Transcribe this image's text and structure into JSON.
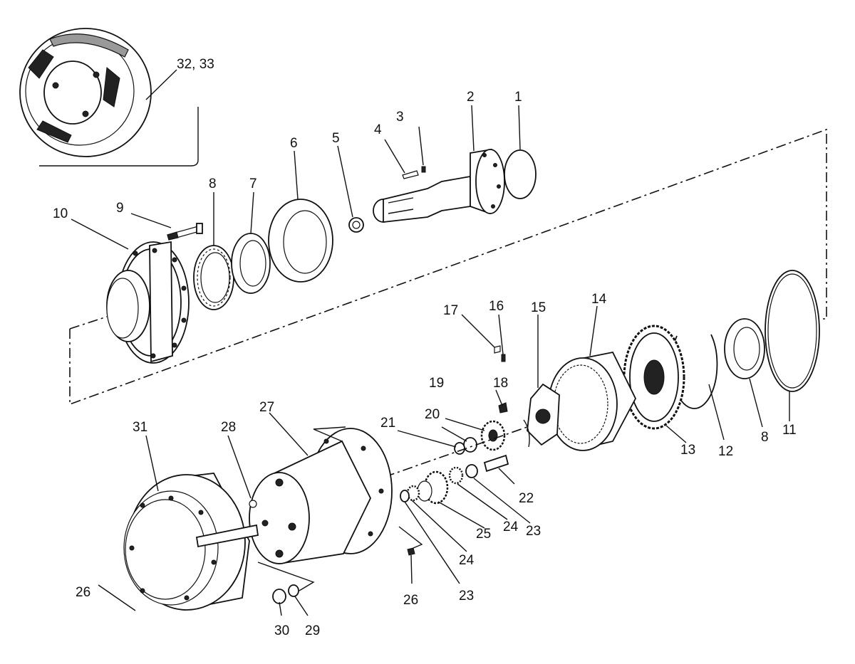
{
  "labels": {
    "l1": "1",
    "l2": "2",
    "l3": "3",
    "l4": "4",
    "l5": "5",
    "l6": "6",
    "l7": "7",
    "l8a": "8",
    "l8b": "8",
    "l9": "9",
    "l10": "10",
    "l11": "11",
    "l12": "12",
    "l13": "13",
    "l14": "14",
    "l15": "15",
    "l16": "16",
    "l17": "17",
    "l18": "18",
    "l19": "19",
    "l20": "20",
    "l21": "21",
    "l22": "22",
    "l23a": "23",
    "l23b": "23",
    "l24a": "24",
    "l24b": "24",
    "l25": "25",
    "l26a": "26",
    "l26b": "26",
    "l27": "27",
    "l28": "28",
    "l29": "29",
    "l30": "30",
    "l31": "31",
    "l32": "32, 33"
  }
}
